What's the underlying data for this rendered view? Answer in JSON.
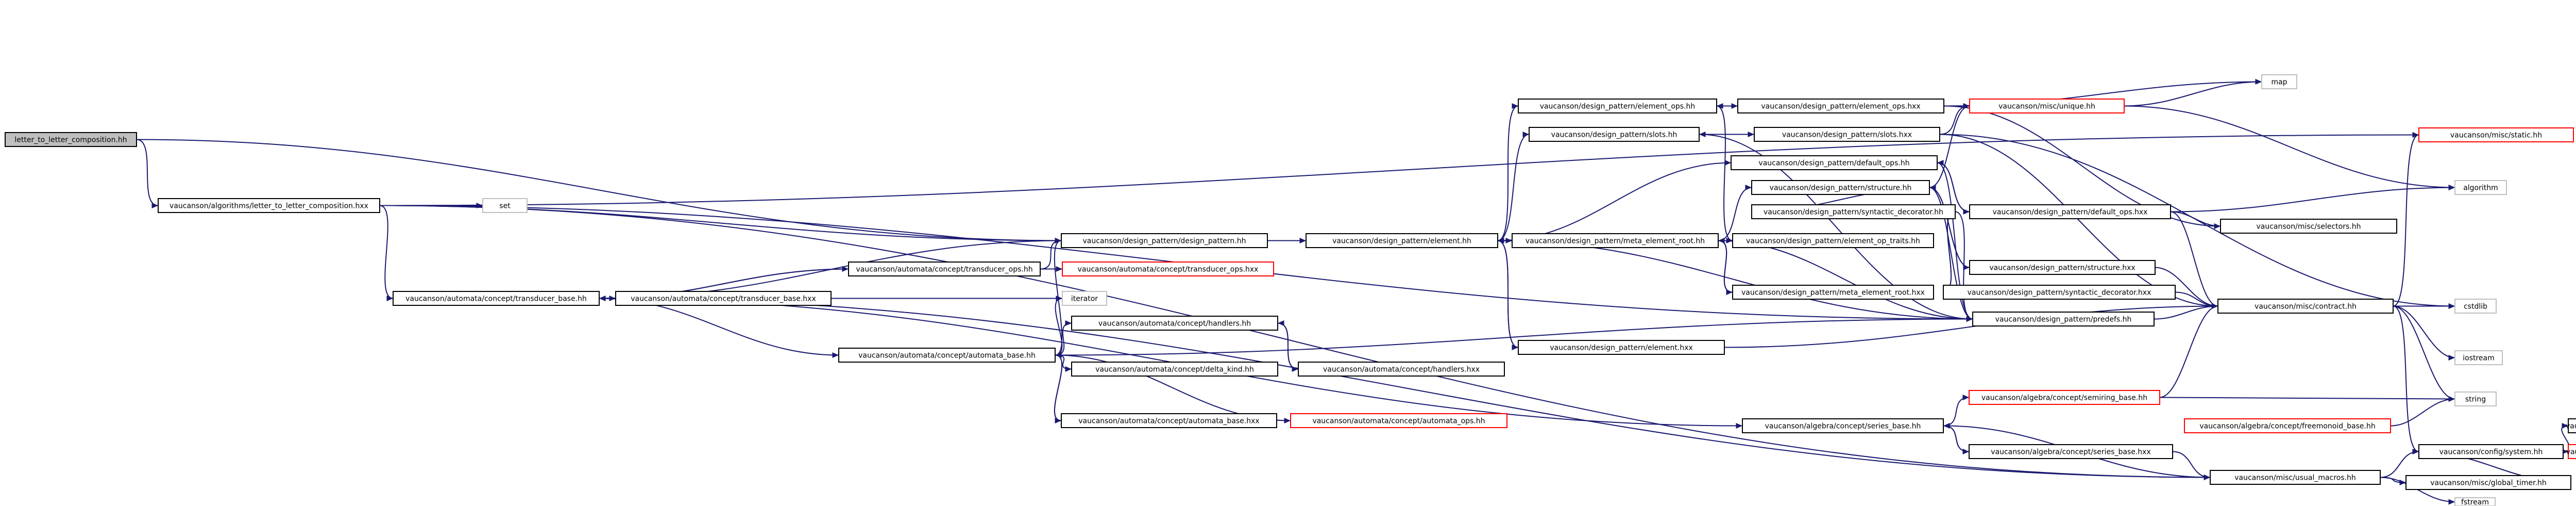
{
  "graph": {
    "edge_color": "#191970",
    "nodes": [
      {
        "id": "n1",
        "label": "letter_to_letter_composition.hh",
        "style": "root"
      },
      {
        "id": "n2",
        "label": "vaucanson/algorithms/letter_to_letter_composition.hxx",
        "style": "normal"
      },
      {
        "id": "n3",
        "label": "set",
        "style": "gray"
      },
      {
        "id": "n4",
        "label": "vaucanson/design_pattern/design_pattern.hh",
        "style": "normal"
      },
      {
        "id": "n5",
        "label": "vaucanson/automata/concept/transducer_base.hh",
        "style": "normal"
      },
      {
        "id": "n6",
        "label": "vaucanson/automata/concept/transducer_base.hxx",
        "style": "normal"
      },
      {
        "id": "n7",
        "label": "vaucanson/automata/concept/transducer_ops.hh",
        "style": "normal"
      },
      {
        "id": "n8",
        "label": "vaucanson/automata/concept/transducer_ops.hxx",
        "style": "red"
      },
      {
        "id": "n9",
        "label": "iterator",
        "style": "gray"
      },
      {
        "id": "n10",
        "label": "vaucanson/automata/concept/automata_base.hh",
        "style": "normal"
      },
      {
        "id": "n11",
        "label": "vaucanson/automata/concept/handlers.hh",
        "style": "normal"
      },
      {
        "id": "n12",
        "label": "vaucanson/automata/concept/handlers.hxx",
        "style": "normal"
      },
      {
        "id": "n13",
        "label": "vaucanson/automata/concept/delta_kind.hh",
        "style": "normal"
      },
      {
        "id": "n14",
        "label": "vaucanson/automata/concept/automata_base.hxx",
        "style": "normal"
      },
      {
        "id": "n15",
        "label": "vaucanson/automata/concept/automata_ops.hh",
        "style": "red"
      },
      {
        "id": "n16",
        "label": "vaucanson/design_pattern/element.hh",
        "style": "normal"
      },
      {
        "id": "n17",
        "label": "vaucanson/design_pattern/element_ops.hh",
        "style": "normal"
      },
      {
        "id": "n18",
        "label": "vaucanson/design_pattern/element_ops.hxx",
        "style": "normal"
      },
      {
        "id": "n19",
        "label": "vaucanson/design_pattern/slots.hh",
        "style": "normal"
      },
      {
        "id": "n20",
        "label": "vaucanson/design_pattern/slots.hxx",
        "style": "normal"
      },
      {
        "id": "n21",
        "label": "vaucanson/design_pattern/meta_element_root.hh",
        "style": "normal"
      },
      {
        "id": "n22",
        "label": "vaucanson/design_pattern/meta_element_root.hxx",
        "style": "normal"
      },
      {
        "id": "n23",
        "label": "vaucanson/design_pattern/element.hxx",
        "style": "normal"
      },
      {
        "id": "n24",
        "label": "vaucanson/design_pattern/default_ops.hh",
        "style": "normal"
      },
      {
        "id": "n25",
        "label": "vaucanson/design_pattern/structure.hh",
        "style": "normal"
      },
      {
        "id": "n26",
        "label": "vaucanson/design_pattern/syntactic_decorator.hh",
        "style": "normal"
      },
      {
        "id": "n27",
        "label": "vaucanson/design_pattern/element_op_traits.hh",
        "style": "normal"
      },
      {
        "id": "n28",
        "label": "vaucanson/design_pattern/syntactic_decorator.hxx",
        "style": "normal"
      },
      {
        "id": "n29",
        "label": "vaucanson/design_pattern/predefs.hh",
        "style": "normal"
      },
      {
        "id": "n30",
        "label": "vaucanson/misc/unique.hh",
        "style": "red"
      },
      {
        "id": "n31",
        "label": "map",
        "style": "gray"
      },
      {
        "id": "n32",
        "label": "vaucanson/design_pattern/default_ops.hxx",
        "style": "normal"
      },
      {
        "id": "n33",
        "label": "algorithm",
        "style": "gray"
      },
      {
        "id": "n34",
        "label": "vaucanson/misc/selectors.hh",
        "style": "normal"
      },
      {
        "id": "n35",
        "label": "vaucanson/design_pattern/structure.hxx",
        "style": "normal"
      },
      {
        "id": "n36",
        "label": "vaucanson/misc/contract.hh",
        "style": "normal"
      },
      {
        "id": "n37",
        "label": "vaucanson/misc/static.hh",
        "style": "red"
      },
      {
        "id": "n38",
        "label": "cstdlib",
        "style": "gray"
      },
      {
        "id": "n39",
        "label": "iostream",
        "style": "gray"
      },
      {
        "id": "n40",
        "label": "string",
        "style": "gray"
      },
      {
        "id": "n41",
        "label": "vaucanson/algebra/concept/series_base.hh",
        "style": "normal"
      },
      {
        "id": "n42",
        "label": "vaucanson/algebra/concept/semiring_base.hh",
        "style": "red"
      },
      {
        "id": "n43",
        "label": "vaucanson/algebra/concept/freemonoid_base.hh",
        "style": "red"
      },
      {
        "id": "n44",
        "label": "vaucanson/algebra/concept/series_base.hxx",
        "style": "normal"
      },
      {
        "id": "n45",
        "label": "vaucanson/misc/usual_macros.hh",
        "style": "normal"
      },
      {
        "id": "n46",
        "label": "vaucanson/config/system.hh",
        "style": "normal"
      },
      {
        "id": "n47",
        "label": "vaucanson/config/pconf.hh",
        "style": "normal"
      },
      {
        "id": "n48",
        "label": "vaucanson/config/math.hh",
        "style": "red"
      },
      {
        "id": "n49",
        "label": "vaucanson/misc/global_timer.hh",
        "style": "normal"
      },
      {
        "id": "n50",
        "label": "fstream",
        "style": "gray"
      }
    ],
    "edges": [
      [
        "n1",
        "n2"
      ],
      [
        "n1",
        "n4"
      ],
      [
        "n2",
        "n3"
      ],
      [
        "n2",
        "n4"
      ],
      [
        "n2",
        "n5"
      ],
      [
        "n2",
        "n29"
      ],
      [
        "n2",
        "n37"
      ],
      [
        "n2",
        "n45"
      ],
      [
        "n5",
        "n4"
      ],
      [
        "n5",
        "n6"
      ],
      [
        "n5",
        "n7"
      ],
      [
        "n5",
        "n9"
      ],
      [
        "n5",
        "n10"
      ],
      [
        "n5",
        "n41"
      ],
      [
        "n5",
        "n45"
      ],
      [
        "n6",
        "n5"
      ],
      [
        "n7",
        "n4"
      ],
      [
        "n7",
        "n8"
      ],
      [
        "n7",
        "n5"
      ],
      [
        "n10",
        "n4"
      ],
      [
        "n10",
        "n9"
      ],
      [
        "n10",
        "n11"
      ],
      [
        "n10",
        "n13"
      ],
      [
        "n10",
        "n14"
      ],
      [
        "n10",
        "n15"
      ],
      [
        "n10",
        "n29"
      ],
      [
        "n11",
        "n12"
      ],
      [
        "n12",
        "n11"
      ],
      [
        "n14",
        "n10"
      ],
      [
        "n4",
        "n16"
      ],
      [
        "n16",
        "n17"
      ],
      [
        "n16",
        "n19"
      ],
      [
        "n16",
        "n21"
      ],
      [
        "n16",
        "n23"
      ],
      [
        "n16",
        "n24"
      ],
      [
        "n16",
        "n29"
      ],
      [
        "n17",
        "n18"
      ],
      [
        "n17",
        "n27"
      ],
      [
        "n18",
        "n17"
      ],
      [
        "n18",
        "n30"
      ],
      [
        "n18",
        "n31"
      ],
      [
        "n18",
        "n34"
      ],
      [
        "n19",
        "n20"
      ],
      [
        "n19",
        "n29"
      ],
      [
        "n20",
        "n19"
      ],
      [
        "n20",
        "n30"
      ],
      [
        "n20",
        "n38"
      ],
      [
        "n20",
        "n36"
      ],
      [
        "n21",
        "n22"
      ],
      [
        "n21",
        "n25"
      ],
      [
        "n21",
        "n29"
      ],
      [
        "n22",
        "n21"
      ],
      [
        "n23",
        "n16"
      ],
      [
        "n23",
        "n36"
      ],
      [
        "n24",
        "n32"
      ],
      [
        "n24",
        "n29"
      ],
      [
        "n25",
        "n26"
      ],
      [
        "n25",
        "n35"
      ],
      [
        "n25",
        "n29"
      ],
      [
        "n25",
        "n30"
      ],
      [
        "n26",
        "n28"
      ],
      [
        "n26",
        "n29"
      ],
      [
        "n28",
        "n26"
      ],
      [
        "n28",
        "n36"
      ],
      [
        "n32",
        "n24"
      ],
      [
        "n32",
        "n33"
      ],
      [
        "n32",
        "n34"
      ],
      [
        "n32",
        "n36"
      ],
      [
        "n35",
        "n25"
      ],
      [
        "n35",
        "n36"
      ],
      [
        "n30",
        "n31"
      ],
      [
        "n30",
        "n33"
      ],
      [
        "n36",
        "n37"
      ],
      [
        "n36",
        "n38"
      ],
      [
        "n36",
        "n39"
      ],
      [
        "n36",
        "n40"
      ],
      [
        "n36",
        "n46"
      ],
      [
        "n41",
        "n42"
      ],
      [
        "n41",
        "n44"
      ],
      [
        "n41",
        "n45"
      ],
      [
        "n42",
        "n36"
      ],
      [
        "n42",
        "n40"
      ],
      [
        "n43",
        "n40"
      ],
      [
        "n44",
        "n41"
      ],
      [
        "n44",
        "n45"
      ],
      [
        "n45",
        "n46"
      ],
      [
        "n45",
        "n49"
      ],
      [
        "n45",
        "n50"
      ],
      [
        "n46",
        "n47"
      ],
      [
        "n46",
        "n48"
      ],
      [
        "n49",
        "n46"
      ],
      [
        "n29",
        "n36"
      ]
    ]
  }
}
